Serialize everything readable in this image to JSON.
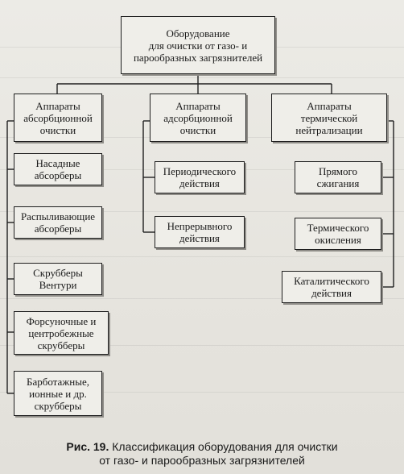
{
  "root": "Оборудование\nдля очистки от газо- и\nпарообразных загрязнителей",
  "categories": [
    "Аппараты\nабсорбционной\nочистки",
    "Аппараты\nадсорбционной\nочистки",
    "Аппараты\nтермической\nнейтрализации"
  ],
  "absorption": [
    "Насадные\nабсорберы",
    "Распыливающие\nабсорберы",
    "Скрубберы\nВентури",
    "Форсуночные и\nцентробежные\nскрубберы",
    "Барботажные,\nионные и др.\nскрубберы"
  ],
  "adsorption": [
    "Периодического\nдействия",
    "Непрерывного\nдействия"
  ],
  "thermal": [
    "Прямого\nсжигания",
    "Термического\nокисления",
    "Каталитического\nдействия"
  ],
  "caption": {
    "label": "Рис. 19.",
    "line1": "Классификация оборудования для очистки",
    "line2": "от газо- и парообразных загрязнителей"
  }
}
